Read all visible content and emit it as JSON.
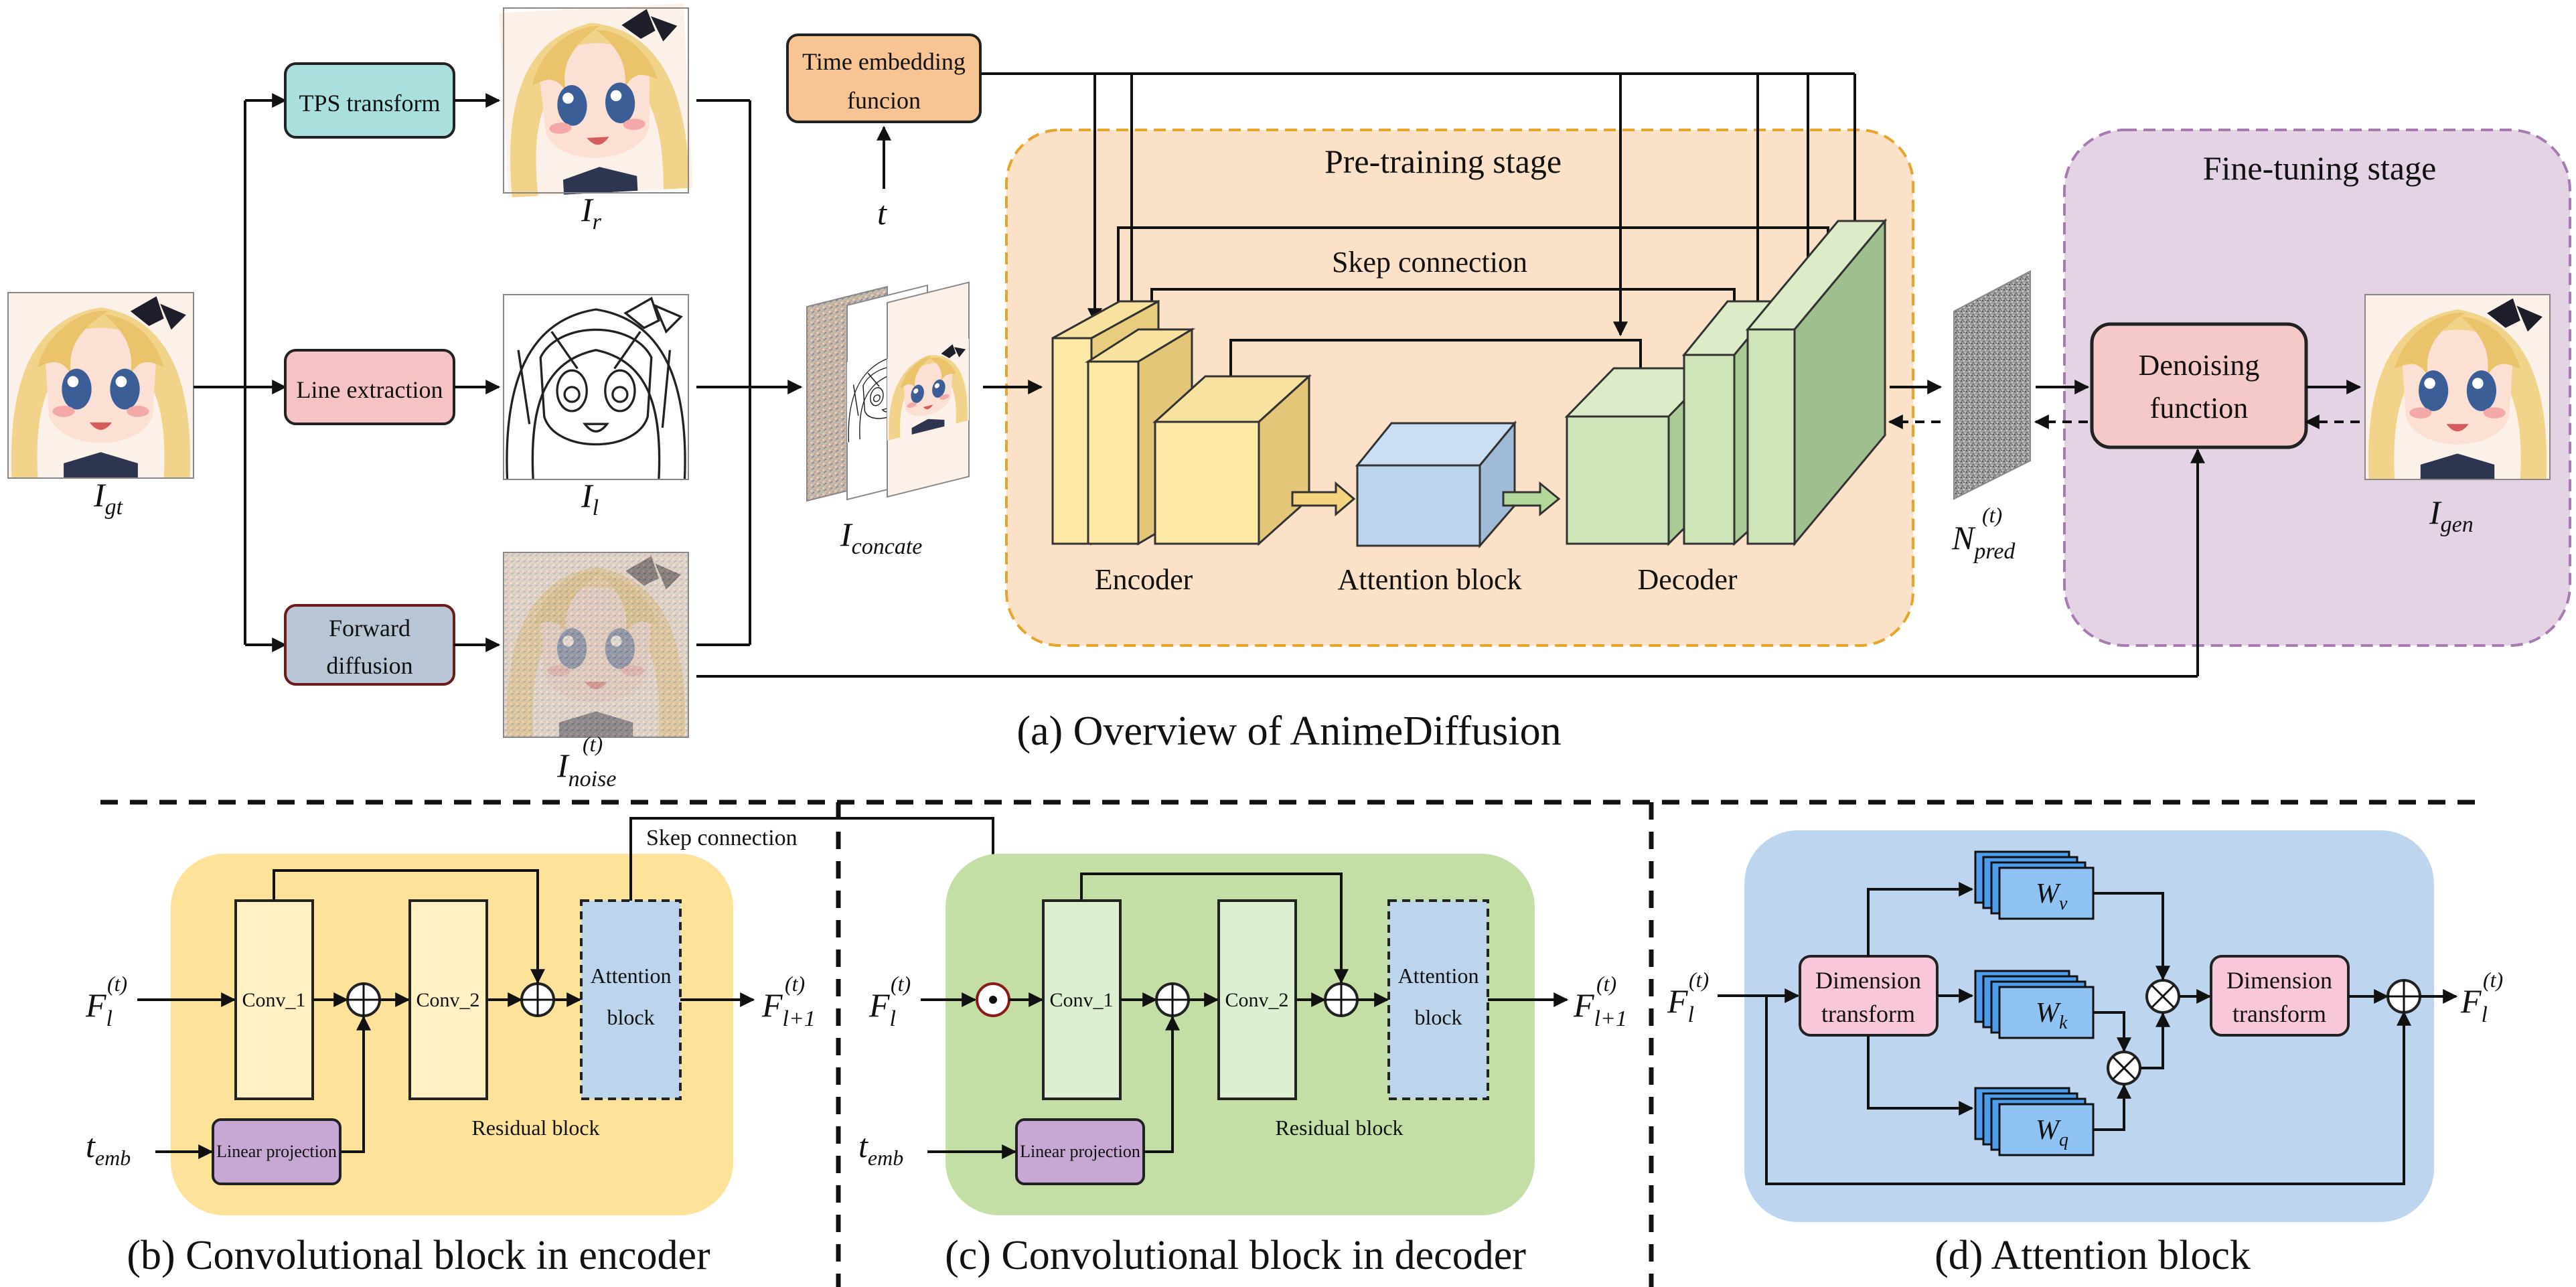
{
  "colors": {
    "tps": "#a9e0dd",
    "line_extraction": "#f6c3c5",
    "forward_diffusion": "#b7c5d4",
    "time_embedding": "#f7c493",
    "pretrain_bg": "#fbe1c8",
    "pretrain_border": "#e5a52a",
    "finetune_bg": "#e3d3e4",
    "finetune_border": "#a77bb1",
    "denoise": "#f6c9c9",
    "encoder": "#fde9a5",
    "attention": "#bcd4ec",
    "decoder": "#cde5b8",
    "encoder_block_bg": "#fde39a",
    "decoder_block_bg": "#c4dfa6",
    "attention_block_bg": "#bdd5ee",
    "linear_proj": "#c7a7d3",
    "dim_transform": "#f8c7da",
    "weights": "#4e9cec"
  },
  "overview": {
    "boxes": {
      "tps": "TPS transform",
      "line_extraction": "Line extraction",
      "forward_diffusion_1": "Forward",
      "forward_diffusion_2": "diffusion",
      "time_embedding_1": "Time embedding",
      "time_embedding_2": "funcion",
      "denoising_1": "Denoising",
      "denoising_2": "function"
    },
    "stage_titles": {
      "pretrain": "Pre-training stage",
      "finetune": "Fine-tuning stage"
    },
    "labels": {
      "skep": "Skep connection",
      "encoder": "Encoder",
      "attention": "Attention block",
      "decoder": "Decoder"
    },
    "math": {
      "i_gt_base": "I",
      "i_gt_sub": "gt",
      "i_r_base": "I",
      "i_r_sub": "r",
      "i_l_base": "I",
      "i_l_sub": "l",
      "i_noise_base": "I",
      "i_noise_sub": "noise",
      "i_noise_sup": "(t)",
      "t": "t",
      "i_concat_base": "I",
      "i_concat_sub": "concate",
      "n_pred_base": "N",
      "n_pred_sub": "pred",
      "n_pred_sup": "(t)",
      "i_gen_base": "I",
      "i_gen_sub": "gen"
    },
    "caption": "(a) Overview of AnimeDiffusion"
  },
  "panel_b": {
    "conv1": "Conv_1",
    "conv2": "Conv_2",
    "attention_1": "Attention",
    "attention_2": "block",
    "residual": "Residual block",
    "linear": "Linear projection",
    "skep": "Skep connection",
    "f_in_base": "F",
    "f_in_sub": "l",
    "f_in_sup": "(t)",
    "f_out_base": "F",
    "f_out_sub": "l+1",
    "f_out_sup": "(t)",
    "t_base": "t",
    "t_sub": "emb",
    "caption": "(b)  Convolutional block in encoder"
  },
  "panel_c": {
    "conv1": "Conv_1",
    "conv2": "Conv_2",
    "attention_1": "Attention",
    "attention_2": "block",
    "residual": "Residual block",
    "linear": "Linear projection",
    "f_in_base": "F",
    "f_in_sub": "l",
    "f_in_sup": "(t)",
    "f_out_base": "F",
    "f_out_sub": "l+1",
    "f_out_sup": "(t)",
    "t_base": "t",
    "t_sub": "emb",
    "caption": "(c)  Convolutional block in decoder"
  },
  "panel_d": {
    "dim1_1": "Dimension",
    "dim1_2": "transform",
    "dim2_1": "Dimension",
    "dim2_2": "transform",
    "wv_base": "W",
    "wv_sub": "v",
    "wk_base": "W",
    "wk_sub": "k",
    "wq_base": "W",
    "wq_sub": "q",
    "f_in_base": "F",
    "f_in_sub": "l",
    "f_in_sup": "(t)",
    "f_out_base": "F",
    "f_out_sub": "l",
    "f_out_sup": "(t)",
    "caption": "(d) Attention block"
  }
}
